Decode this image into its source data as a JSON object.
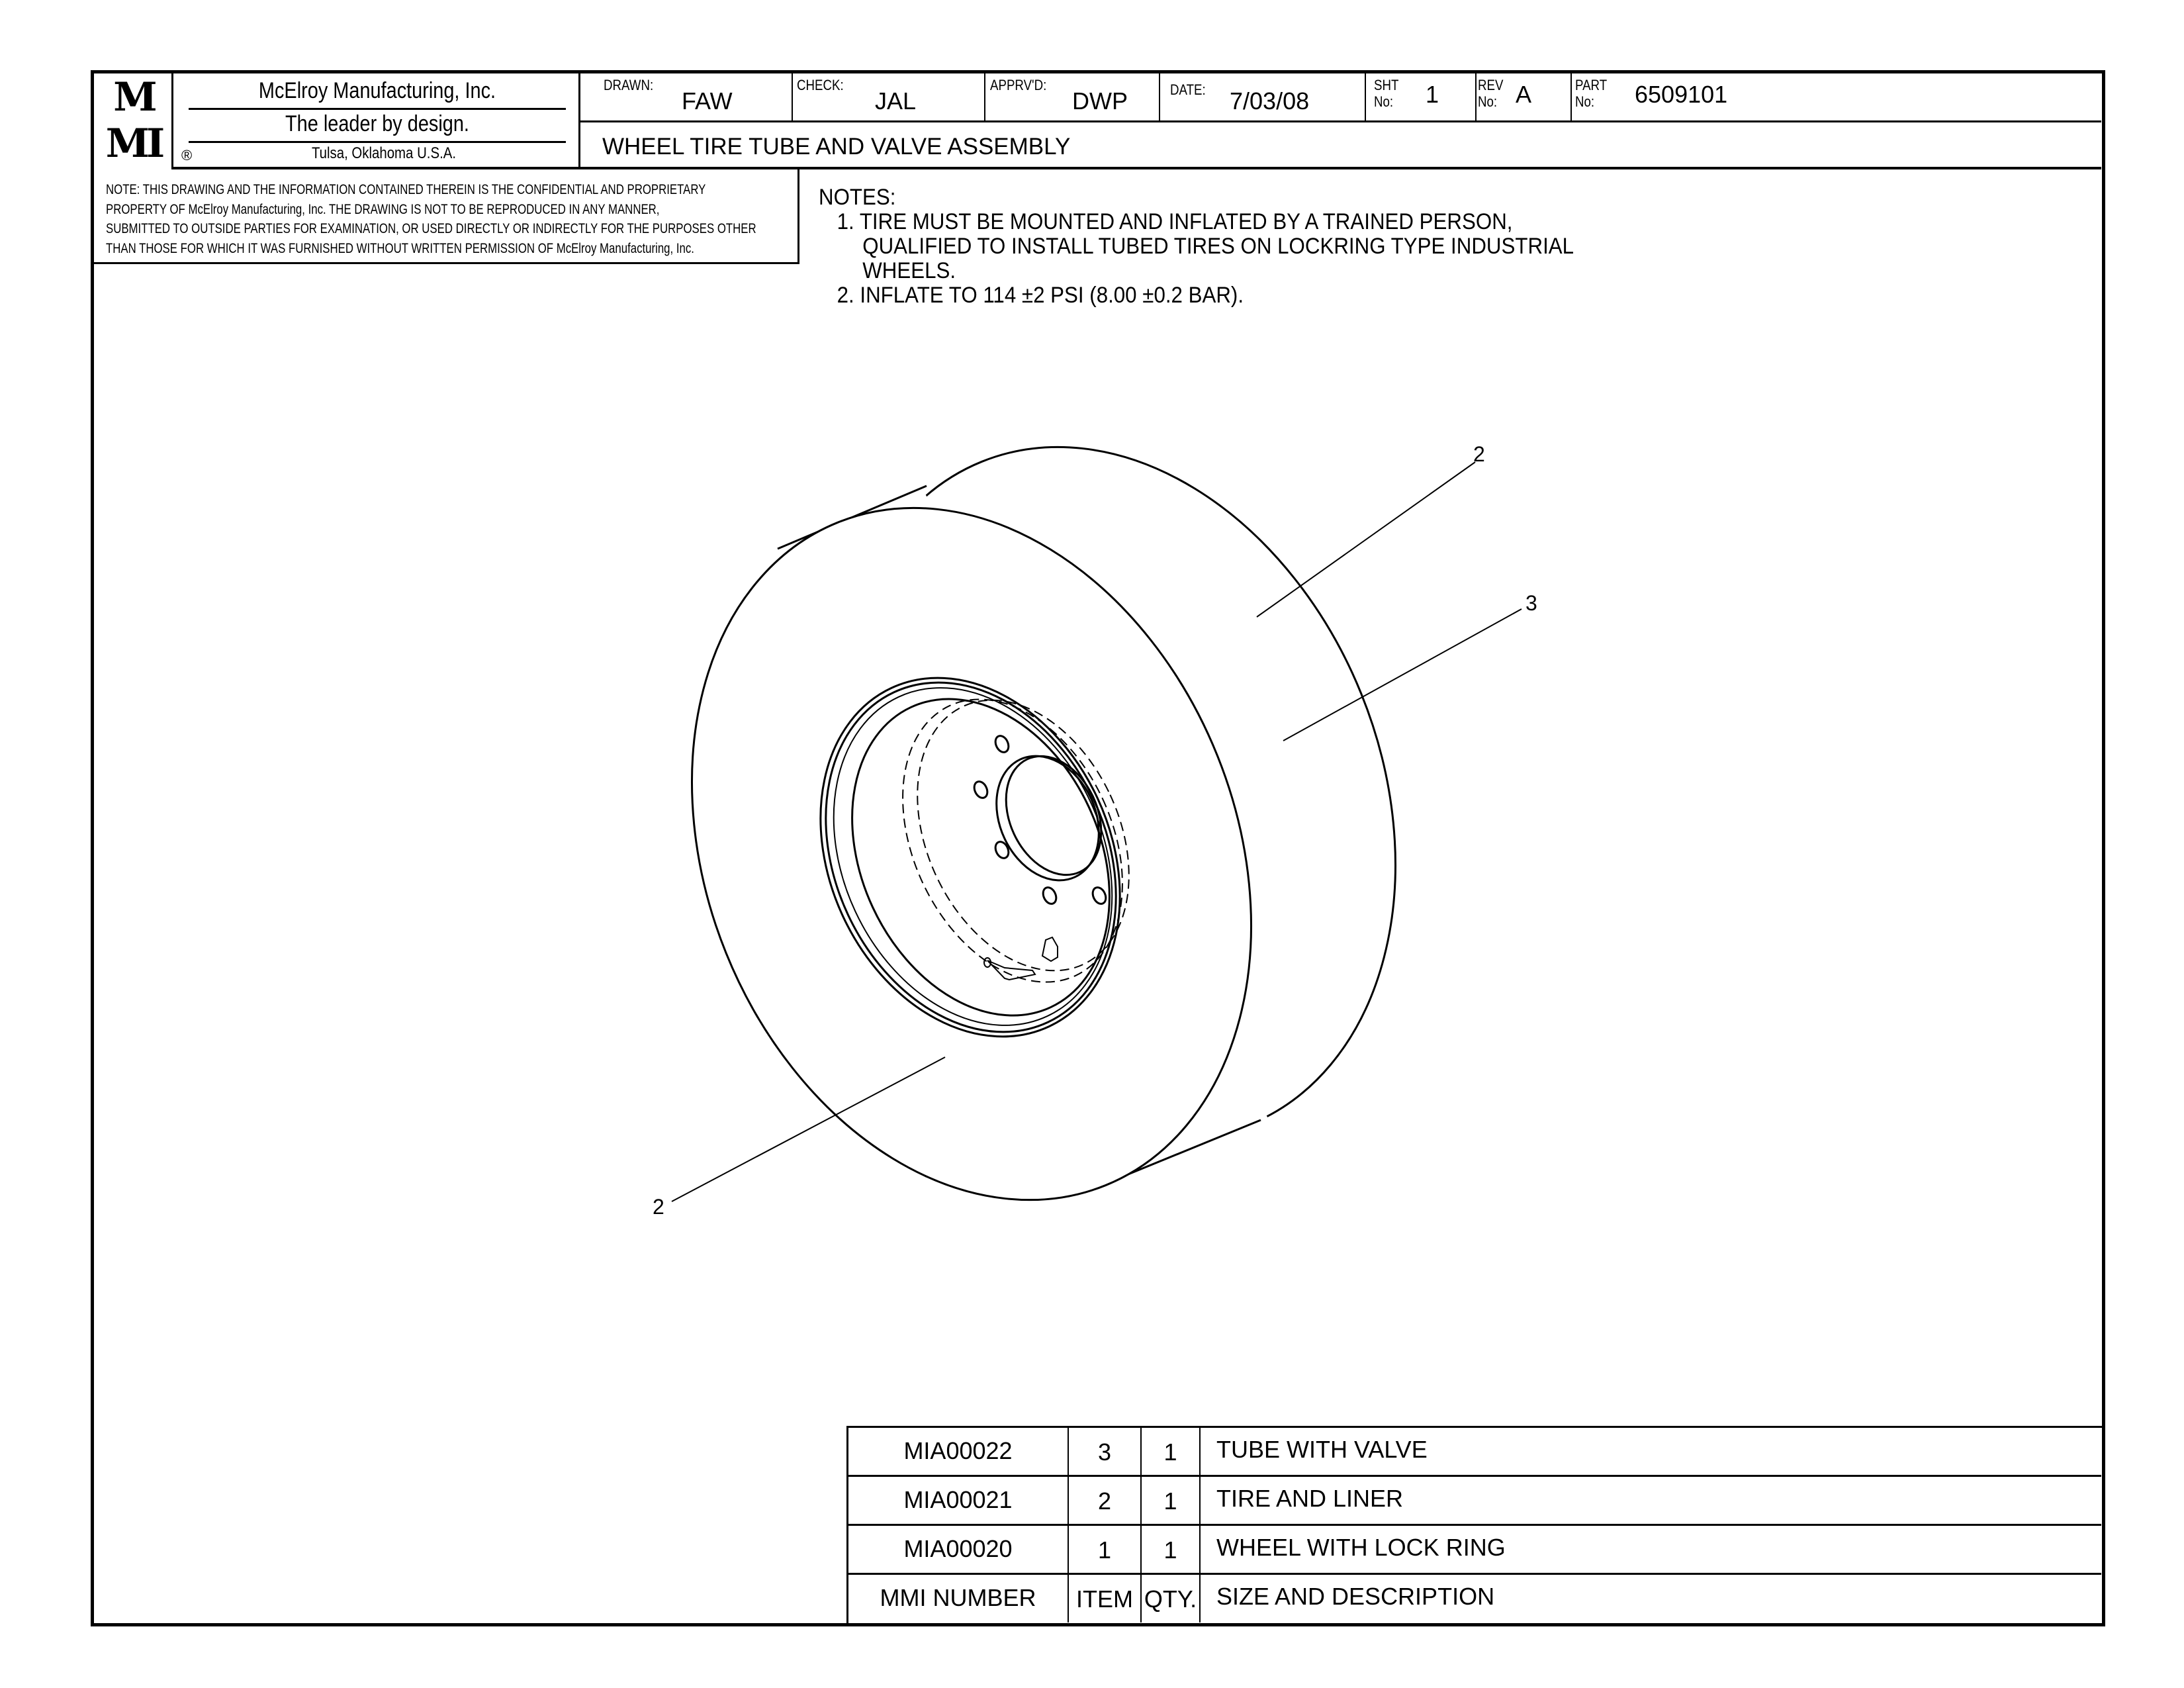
{
  "title_block": {
    "logo_text": "MMI",
    "company_name": "McElroy Manufacturing, Inc.",
    "tagline": "The leader by design.",
    "location": "Tulsa, Oklahoma U.S.A.",
    "registered_mark": "®",
    "drawn_label": "DRAWN:",
    "drawn_value": "FAW",
    "check_label": "CHECK:",
    "check_value": "JAL",
    "approved_label": "APPRV'D:",
    "approved_value": "DWP",
    "date_label": "DATE:",
    "date_value": "7/03/08",
    "sheet_label_1": "SHT",
    "sheet_label_2": "No:",
    "sheet_value": "1",
    "rev_label_1": "REV",
    "rev_label_2": "No:",
    "rev_value": "A",
    "part_label_1": "PART",
    "part_label_2": "No:",
    "part_value": "6509101",
    "drawing_title": "WHEEL TIRE TUBE AND VALVE ASSEMBLY"
  },
  "disclaimer": [
    "NOTE: THIS DRAWING AND THE INFORMATION CONTAINED THEREIN IS THE CONFIDENTIAL AND PROPRIETARY",
    "PROPERTY OF McElroy Manufacturing, Inc. THE DRAWING IS NOT TO BE REPRODUCED IN ANY MANNER,",
    "SUBMITTED TO OUTSIDE PARTIES FOR EXAMINATION, OR USED DIRECTLY OR INDIRECTLY FOR THE PURPOSES OTHER",
    "THAN THOSE FOR WHICH IT WAS FURNISHED WITHOUT WRITTEN PERMISSION OF McElroy Manufacturing, Inc."
  ],
  "notes": {
    "heading": "NOTES:",
    "lines": [
      "1. TIRE MUST BE MOUNTED AND INFLATED BY A TRAINED PERSON,",
      "QUALIFIED TO INSTALL TUBED TIRES ON LOCKRING TYPE INDUSTRIAL",
      "WHEELS.",
      "2. INFLATE TO 114  ±2 PSI (8.00  ±0.2 BAR)."
    ]
  },
  "balloons": {
    "top_tire": "2",
    "tube": "3",
    "bottom_rim": "2"
  },
  "bom": {
    "rows": [
      {
        "mmi_number": "MIA00022",
        "item": "3",
        "qty": "1",
        "description": "TUBE WITH VALVE"
      },
      {
        "mmi_number": "MIA00021",
        "item": "2",
        "qty": "1",
        "description": "TIRE AND LINER"
      },
      {
        "mmi_number": "MIA00020",
        "item": "1",
        "qty": "1",
        "description": "WHEEL WITH LOCK RING"
      }
    ],
    "header": {
      "mmi_number": "MMI NUMBER",
      "item": "ITEM",
      "qty": "QTY.",
      "description": "SIZE AND DESCRIPTION"
    }
  }
}
